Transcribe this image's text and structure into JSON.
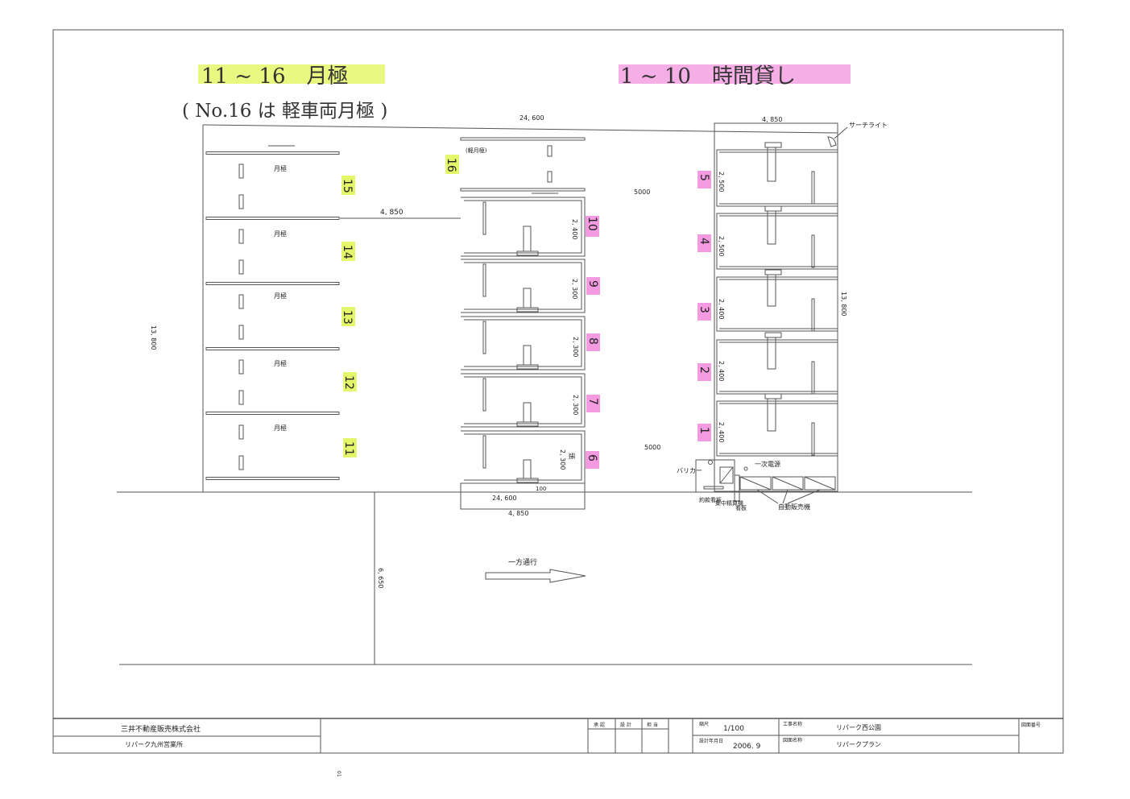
{
  "notes": {
    "monthly_header": "11 ~ 16　月極",
    "monthly_sub": "( No.16 は 軽車両月極 )",
    "hourly_header": "1 ~ 10　時間貸し"
  },
  "colors": {
    "monthly_highlight": "#e4f76a",
    "hourly_highlight": "#f49ae0"
  },
  "left_block": {
    "stall_label": "月極",
    "stalls": [
      "15",
      "14",
      "13",
      "12",
      "11"
    ]
  },
  "middle_block": {
    "stall16": {
      "number": "16",
      "label": "(軽月極)"
    },
    "stalls": [
      {
        "number": "10",
        "width": "2, 400"
      },
      {
        "number": "9",
        "width": "2, 300"
      },
      {
        "number": "8",
        "width": "2, 300"
      },
      {
        "number": "7",
        "width": "2, 300"
      },
      {
        "number": "6",
        "width": "2, 300",
        "extra": "頭"
      }
    ],
    "dim_bottom_small": "100",
    "dim_bottom_1": "24, 600",
    "dim_bottom_2": "4, 850"
  },
  "right_block": {
    "searchlight": "サーチライト",
    "stalls": [
      {
        "number": "5",
        "width": "2, 500"
      },
      {
        "number": "4",
        "width": "2, 500"
      },
      {
        "number": "3",
        "width": "2, 400"
      },
      {
        "number": "2",
        "width": "2, 400"
      },
      {
        "number": "1",
        "width": "2, 400"
      }
    ],
    "equipment": {
      "barrier": "バリカー",
      "primary_power": "一次電源",
      "terms_sign": "約款看板",
      "pay_machine": "集中精算機",
      "sign": "看板",
      "vending": "自動販売機"
    }
  },
  "dimensions": {
    "top_total": "24, 600",
    "top_right": "4, 850",
    "aisle": "4, 850",
    "left_height": "13, 800",
    "right_height": "13, 800",
    "aisle_upper": "5000",
    "aisle_lower": "5000",
    "road_width": "6, 650"
  },
  "one_way": "一方通行",
  "title_block": {
    "company": "三井不動産販売株式会社",
    "office": "リパーク九州営業所",
    "approval": "承 認",
    "design": "設 計",
    "charge": "担 当",
    "scale_label": "縮尺",
    "scale": "1/100",
    "date_label": "設計年月日",
    "date": "2006. 9",
    "project_label": "工事名称",
    "project": "リパーク西公園",
    "drawing_label": "図面名称",
    "drawing": "リパークプラン",
    "drawing_no_label": "図面番号"
  },
  "page_mark": "01"
}
